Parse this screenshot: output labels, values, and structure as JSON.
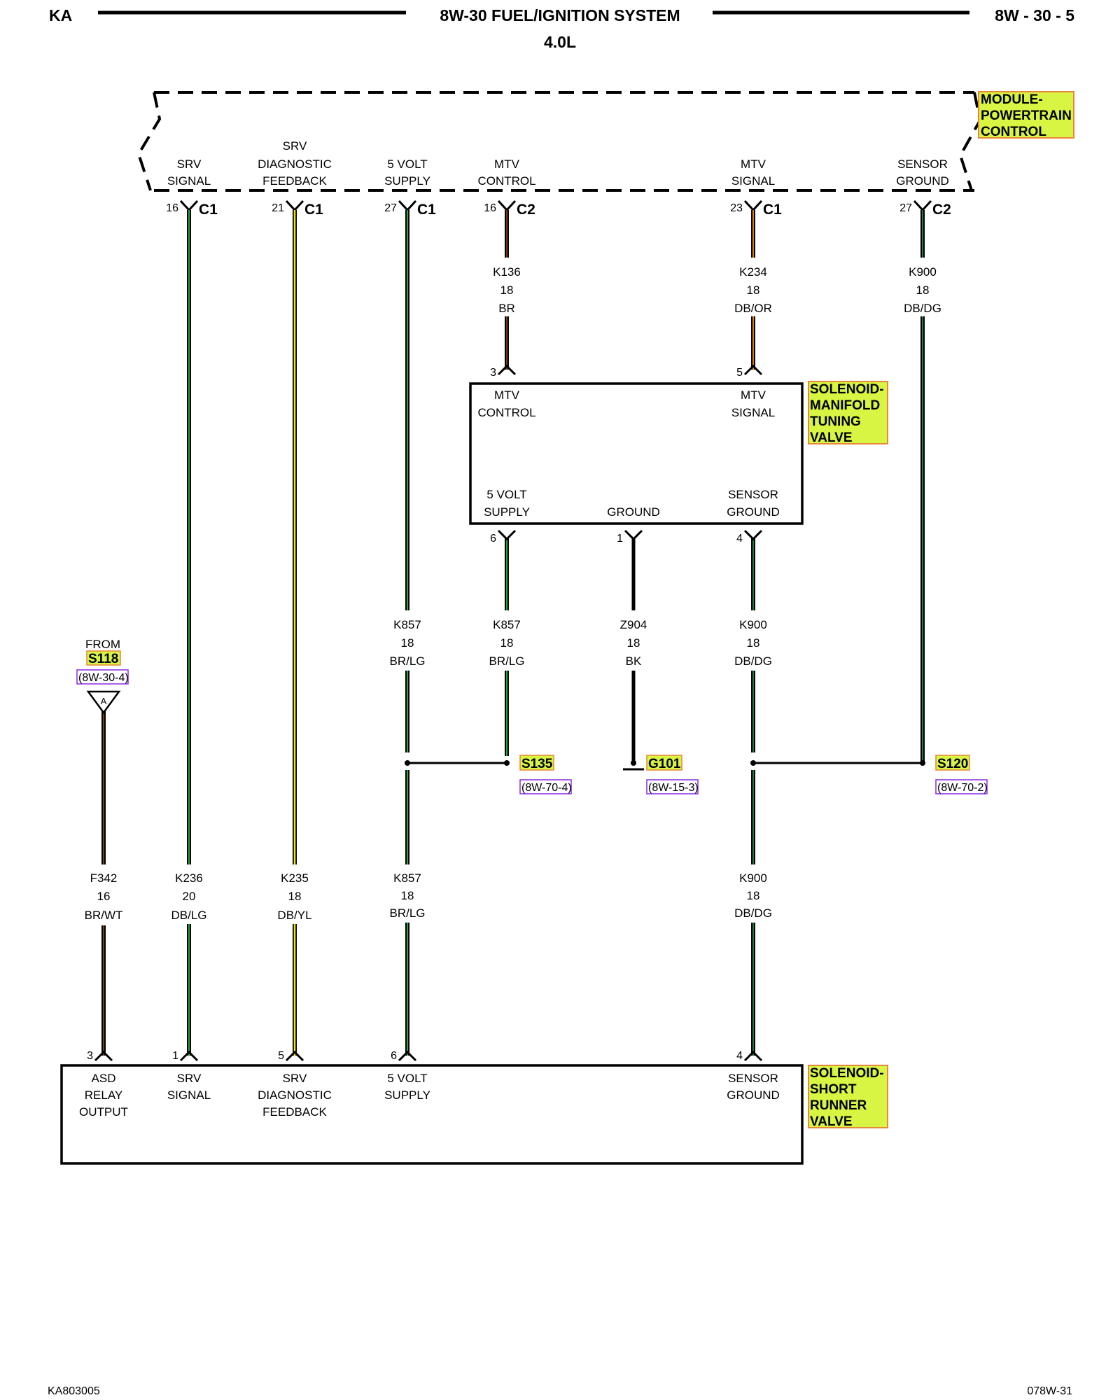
{
  "header": {
    "left": "KA",
    "title": "8W-30 FUEL/IGNITION SYSTEM",
    "subtitle": "4.0L",
    "right": "8W - 30 - 5"
  },
  "pcm": {
    "name": [
      "MODULE-",
      "POWERTRAIN",
      "CONTROL"
    ],
    "pins": [
      {
        "label": [
          "SRV",
          "SIGNAL"
        ],
        "pin": "16",
        "conn": "C1"
      },
      {
        "label": [
          "SRV",
          "DIAGNOSTIC",
          "FEEDBACK"
        ],
        "pin": "21",
        "conn": "C1"
      },
      {
        "label": [
          "5 VOLT",
          "SUPPLY"
        ],
        "pin": "27",
        "conn": "C1"
      },
      {
        "label": [
          "MTV",
          "CONTROL"
        ],
        "pin": "16",
        "conn": "C2"
      },
      {
        "label": [
          "MTV",
          "SIGNAL"
        ],
        "pin": "23",
        "conn": "C1"
      },
      {
        "label": [
          "SENSOR",
          "GROUND"
        ],
        "pin": "27",
        "conn": "C2"
      }
    ]
  },
  "mtv_valve": {
    "name": [
      "SOLENOID-",
      "MANIFOLD",
      "TUNING",
      "VALVE"
    ],
    "top_pins": [
      {
        "label": [
          "MTV",
          "CONTROL"
        ],
        "pin": "3"
      },
      {
        "label": [
          "MTV",
          "SIGNAL"
        ],
        "pin": "5"
      }
    ],
    "bottom_pins": [
      {
        "label": [
          "5 VOLT",
          "SUPPLY"
        ],
        "pin": "6"
      },
      {
        "label": [
          "GROUND"
        ],
        "pin": "1"
      },
      {
        "label": [
          "SENSOR",
          "GROUND"
        ],
        "pin": "4"
      }
    ]
  },
  "srv_valve": {
    "name": [
      "SOLENOID-",
      "SHORT",
      "RUNNER",
      "VALVE"
    ],
    "pins": [
      {
        "label": [
          "ASD",
          "RELAY",
          "OUTPUT"
        ],
        "pin": "3"
      },
      {
        "label": [
          "SRV",
          "SIGNAL"
        ],
        "pin": "1"
      },
      {
        "label": [
          "SRV",
          "DIAGNOSTIC",
          "FEEDBACK"
        ],
        "pin": "5"
      },
      {
        "label": [
          "5 VOLT",
          "SUPPLY"
        ],
        "pin": "6"
      },
      {
        "label": [
          "SENSOR",
          "GROUND"
        ],
        "pin": "4"
      }
    ]
  },
  "wires": [
    {
      "id": "K136",
      "gauge": "18",
      "color": "BR"
    },
    {
      "id": "K234",
      "gauge": "18",
      "color": "DB/OR"
    },
    {
      "id": "K900",
      "gauge": "18",
      "color": "DB/DG"
    },
    {
      "id": "K857",
      "gauge": "18",
      "color": "BR/LG"
    },
    {
      "id": "K857",
      "gauge": "18",
      "color": "BR/LG"
    },
    {
      "id": "Z904",
      "gauge": "18",
      "color": "BK"
    },
    {
      "id": "K900",
      "gauge": "18",
      "color": "DB/DG"
    },
    {
      "id": "F342",
      "gauge": "16",
      "color": "BR/WT"
    },
    {
      "id": "K236",
      "gauge": "20",
      "color": "DB/LG"
    },
    {
      "id": "K235",
      "gauge": "18",
      "color": "DB/YL"
    },
    {
      "id": "K857",
      "gauge": "18",
      "color": "BR/LG"
    },
    {
      "id": "K900",
      "gauge": "18",
      "color": "DB/DG"
    }
  ],
  "splices": [
    {
      "name": "S135",
      "ref": "(8W-70-4)"
    },
    {
      "name": "G101",
      "ref": "(8W-15-3)"
    },
    {
      "name": "S120",
      "ref": "(8W-70-2)"
    }
  ],
  "from": {
    "label": "FROM",
    "name": "S118",
    "ref": "(8W-30-4)",
    "connector": "A"
  },
  "footer": {
    "left": "KA803005",
    "right": "078W-31"
  },
  "colors": {
    "highlight_fill": "#d7f542",
    "highlight_border": "#e8873a",
    "ref_border": "#8a2be2",
    "green_wire": "#1faa3c",
    "yellow_wire": "#f2e200",
    "brown_wire": "#7a3b12",
    "orange_wire": "#e07a10"
  }
}
